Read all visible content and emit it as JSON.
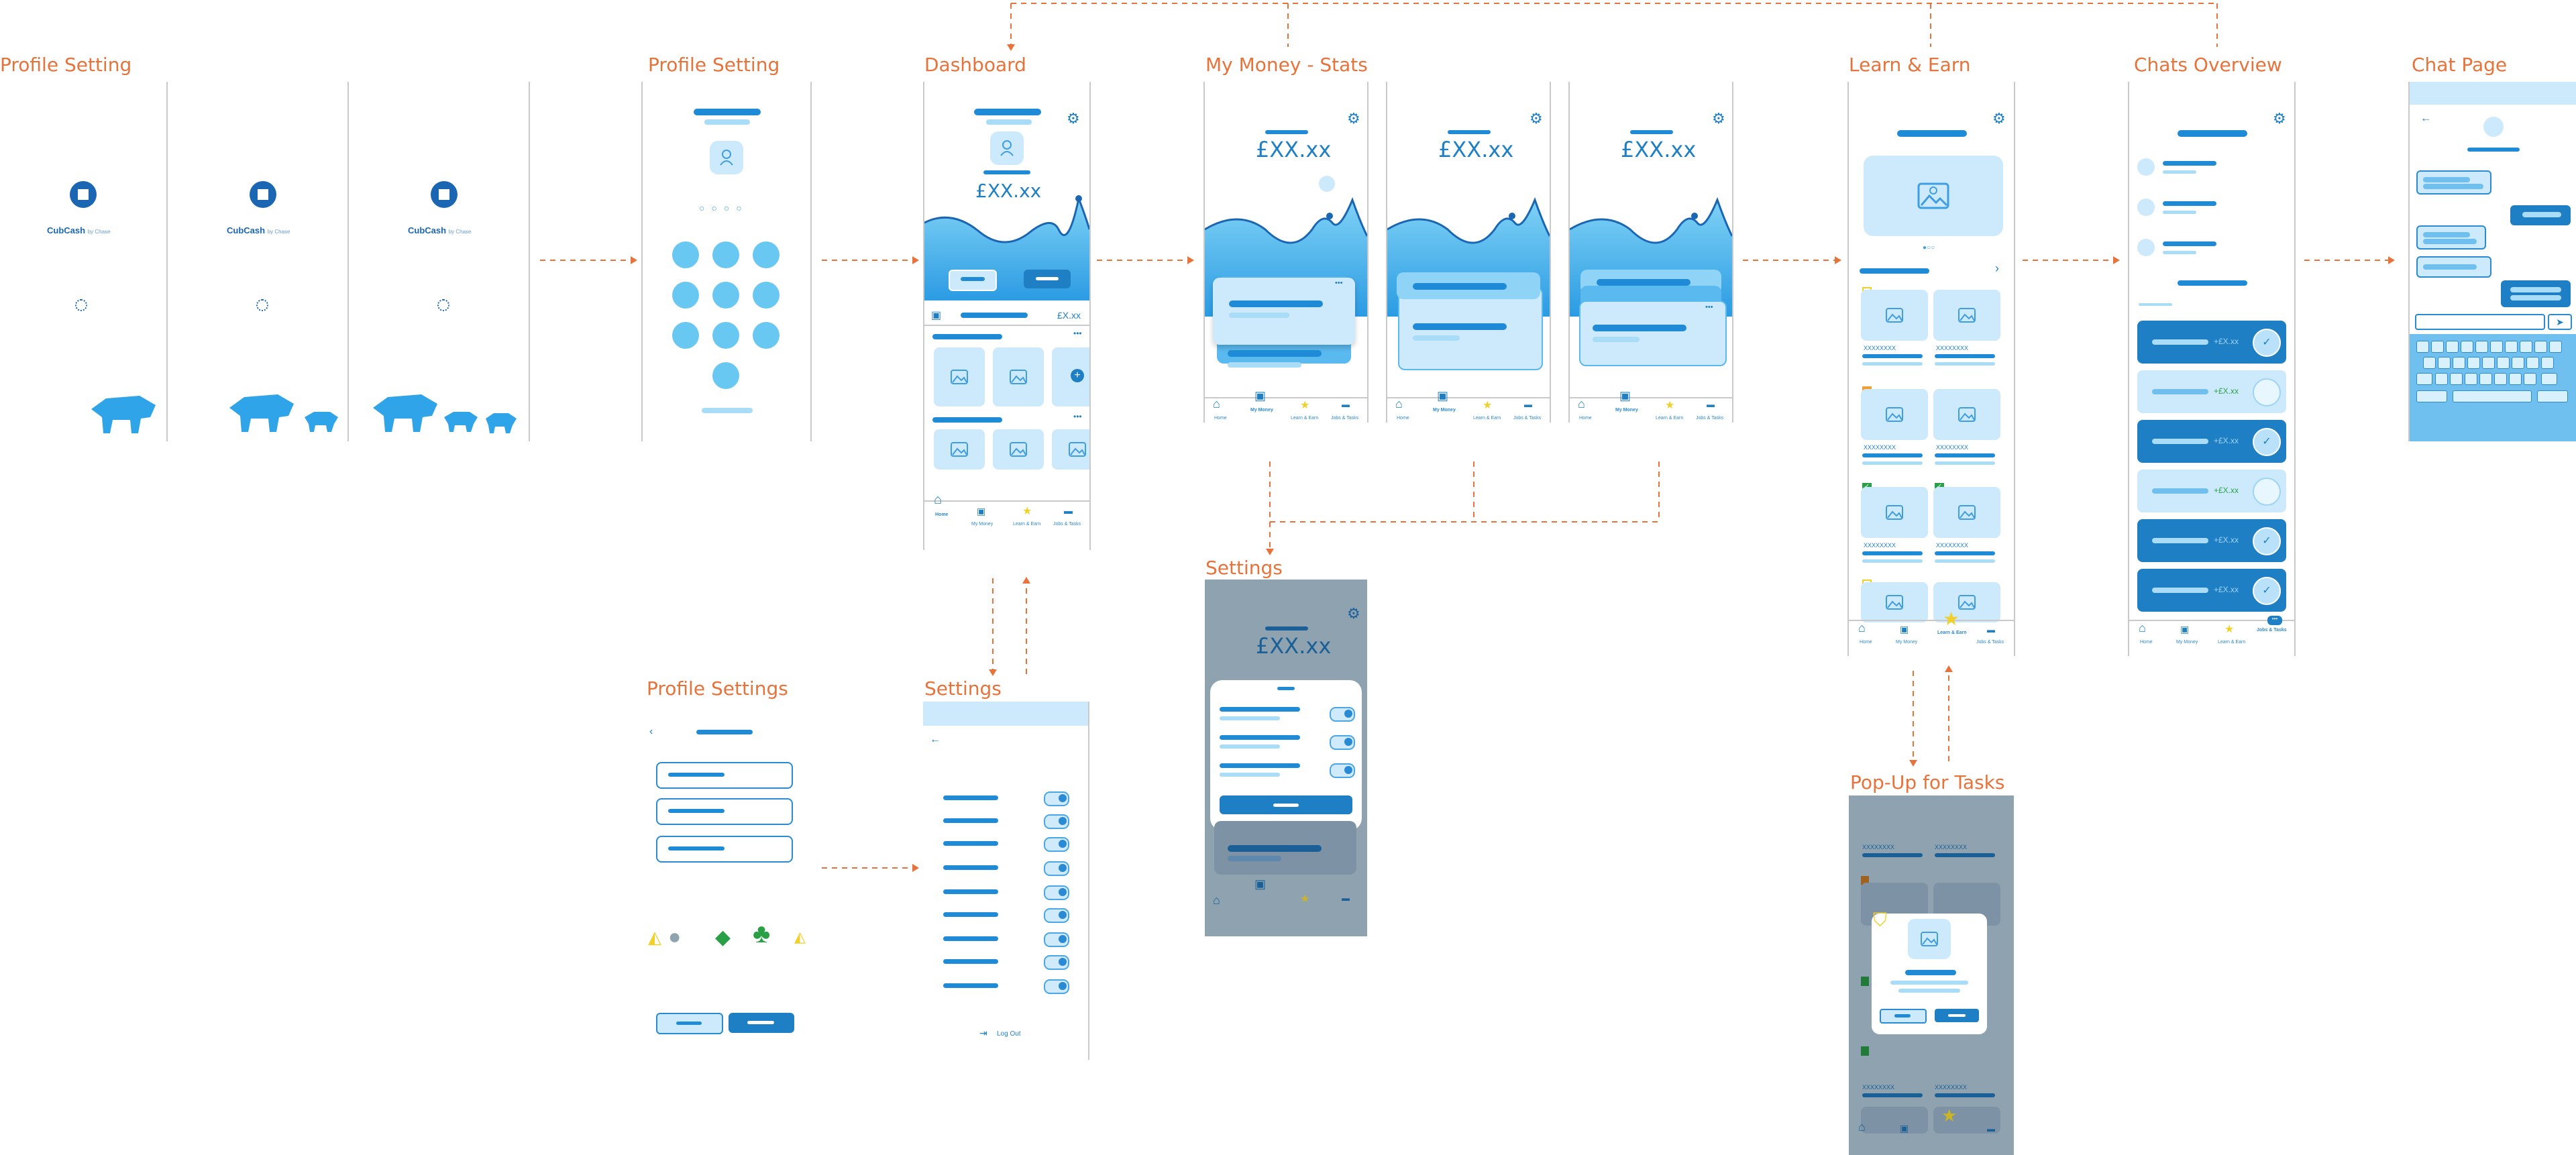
{
  "sections": {
    "profile_setting_1": "Profile Setting",
    "profile_setting_2": "Profile Setting",
    "dashboard": "Dashboard",
    "my_money_stats": "My Money - Stats",
    "learn_earn": "Learn & Earn",
    "chats_overview": "Chats Overview",
    "chat_page": "Chat Page",
    "settings_popup": "Settings",
    "profile_settings": "Profile Settings",
    "settings": "Settings",
    "popup_tasks": "Pop-Up for Tasks"
  },
  "splash": {
    "brand": "CubCash",
    "by": "by Chase"
  },
  "money": {
    "amount": "£XX.xx",
    "row_amount": "£X.xx"
  },
  "nav": {
    "home": "Home",
    "my_money": "My Money",
    "learn_earn": "Learn & Earn",
    "jobs_tasks": "Jobs & Tasks"
  },
  "learn": {
    "item_code": "XXXXXXXX"
  },
  "tasks": {
    "reward": "+£X.xx"
  },
  "settings": {
    "logout": "Log Out"
  },
  "colors": {
    "accent": "#e8733a",
    "primary": "#1f8ad6",
    "light": "#cdeafc",
    "overlay": "#8fa2b0"
  }
}
